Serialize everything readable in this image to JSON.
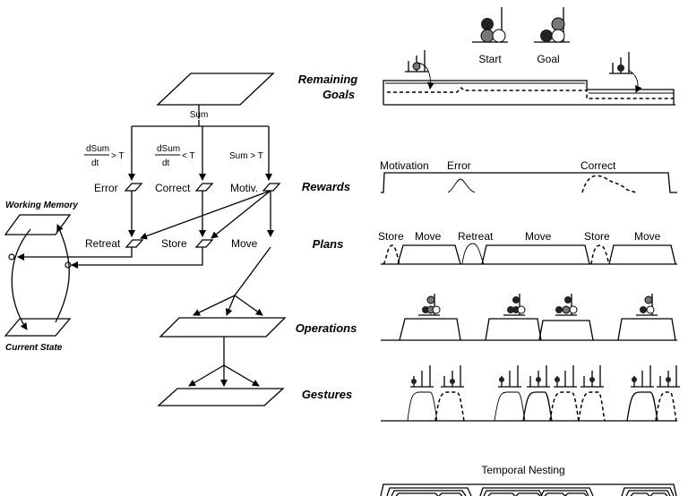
{
  "legend": {
    "start": "Start",
    "goal": "Goal"
  },
  "levels": {
    "remaining_goals_1": "Remaining",
    "remaining_goals_2": "Goals",
    "rewards": "Rewards",
    "plans": "Plans",
    "operations": "Operations",
    "gestures": "Gestures"
  },
  "network": {
    "sum": "Sum",
    "cond1_num": "dSum",
    "cond1_den": "dt",
    "cond1_rel": "> T",
    "cond2_num": "dSum",
    "cond2_den": "dt",
    "cond2_rel": "< T",
    "cond3": "Sum > T",
    "error": "Error",
    "correct": "Correct",
    "motiv": "Motiv.",
    "retreat": "Retreat",
    "store": "Store",
    "move": "Move",
    "working_memory": "Working Memory",
    "current_state": "Current State"
  },
  "traces": {
    "rewards_motivation": "Motivation",
    "rewards_error": "Error",
    "rewards_correct": "Correct",
    "plans_store_1": "Store",
    "plans_move_1": "Move",
    "plans_retreat": "Retreat",
    "plans_move_2": "Move",
    "plans_store_2": "Store",
    "plans_move_3": "Move"
  },
  "temporal_nesting": "Temporal Nesting",
  "colors": {
    "ink": "#000000",
    "dark_disk": "#222222",
    "grey_disk": "#777777",
    "white_disk": "#ffffff"
  }
}
